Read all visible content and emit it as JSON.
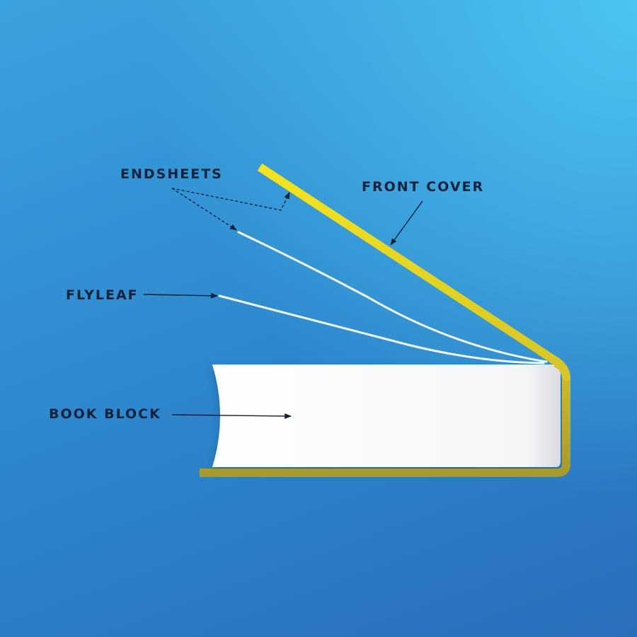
{
  "labels": {
    "endsheets": "ENDSHEETS",
    "front_cover": "FRONT COVER",
    "flyleaf": "FLYLEAF",
    "book_block": "BOOK BLOCK"
  },
  "colors": {
    "background_top_right": "#4cc4f0",
    "background_main": "#2f8fd2",
    "background_bottom_left": "#2a6fb9",
    "cover_yellow": "#f2e01e",
    "cover_olive": "#b9aa2a",
    "pages_white": "#ffffff",
    "text_dark": "#13213a"
  }
}
